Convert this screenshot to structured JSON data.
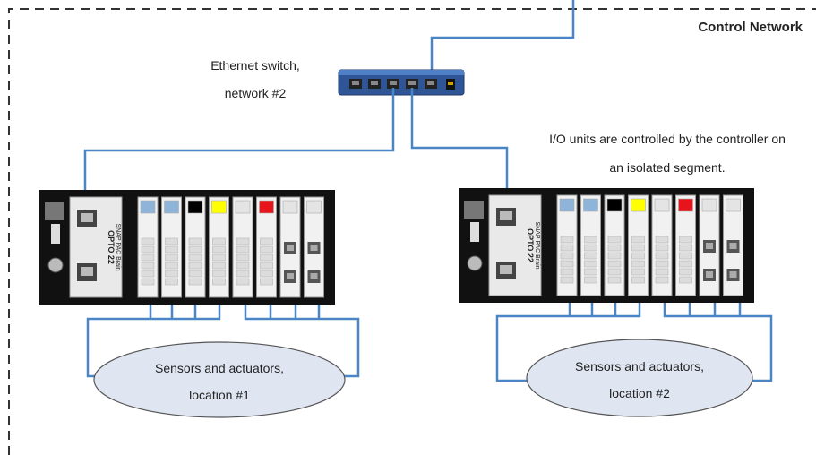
{
  "network_label": "Control Network",
  "switch_label_line1": "Ethernet switch,",
  "switch_label_line2": "network #2",
  "io_note_line1": "I/O units are controlled by the controller on",
  "io_note_line2": "an isolated segment.",
  "brain_brand": "OPTO 22",
  "brain_model": "SNAP PAC Brain",
  "location1": {
    "line1": "Sensors and actuators,",
    "line2": "location #1"
  },
  "location2": {
    "line1": "Sensors and actuators,",
    "line2": "location #2"
  },
  "colors": {
    "cable": "#4a86c5",
    "switch_body": "#2f5597",
    "rack": "#111111",
    "ellipse_fill": "#dfe6f2",
    "module_blue": "#8fb4d9",
    "module_yellow": "#ffff00",
    "module_red": "#e8141b",
    "module_black": "#000000"
  },
  "rack1_modules": [
    "blue",
    "blue",
    "black",
    "yellow",
    "none",
    "red",
    "none",
    "none"
  ],
  "rack2_modules": [
    "blue",
    "blue",
    "black",
    "yellow",
    "none",
    "red",
    "none",
    "none"
  ]
}
